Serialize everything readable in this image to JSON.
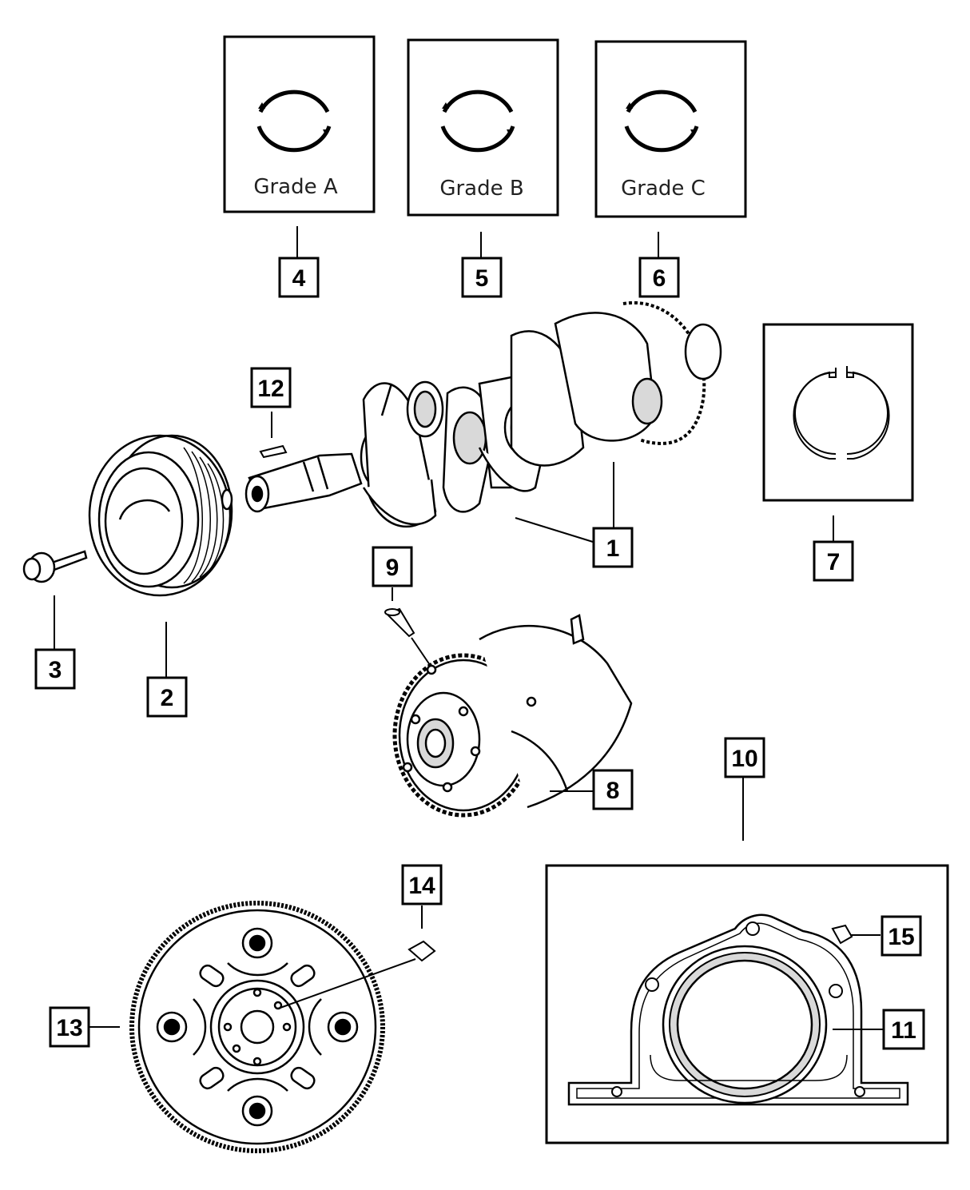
{
  "colors": {
    "ink": "#000000",
    "paper": "#ffffff",
    "shade": "#d9d9d9",
    "mid": "#b8b8b8"
  },
  "grades": {
    "a": "Grade A",
    "b": "Grade B",
    "c": "Grade C"
  },
  "callouts": {
    "c1": "1",
    "c2": "2",
    "c3": "3",
    "c4": "4",
    "c5": "5",
    "c6": "6",
    "c7": "7",
    "c8": "8",
    "c9": "9",
    "c10": "10",
    "c11": "11",
    "c12": "12",
    "c13": "13",
    "c14": "14",
    "c15": "15"
  }
}
